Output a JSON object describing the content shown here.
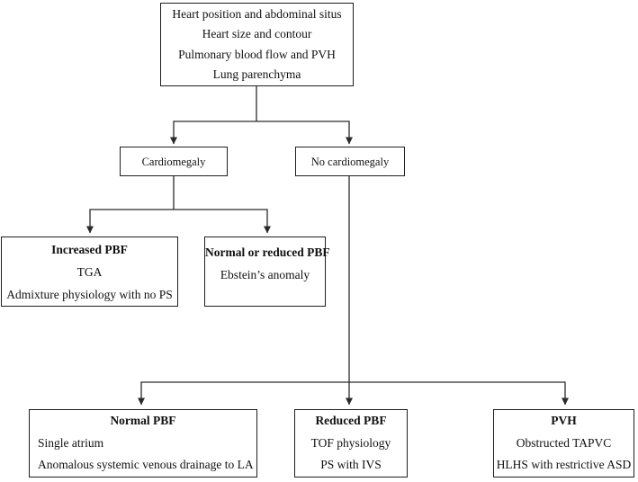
{
  "diagram": {
    "type": "flowchart",
    "background_color": "#ffffff",
    "line_color": "#2b2b2b",
    "border_color": "#1f1f1f",
    "text_color": "#111111"
  },
  "nodes": {
    "root": {
      "lines": [
        "Heart position and abdominal situs",
        "Heart size and contour",
        "Pulmonary blood flow and PVH",
        "Lung parenchyma"
      ]
    },
    "cardiomegaly": {
      "label": "Cardiomegaly"
    },
    "no_cardiomegaly": {
      "label": "No cardiomegaly"
    },
    "increased_pbf": {
      "header": "Increased PBF",
      "items": [
        "TGA",
        "Admixture physiology with no PS"
      ]
    },
    "normal_or_reduced_pbf": {
      "header": "Normal or reduced PBF",
      "items": [
        "Ebstein’s anomaly"
      ]
    },
    "normal_pbf": {
      "header": "Normal PBF",
      "items": [
        "Single atrium",
        "Anomalous systemic venous drainage to LA"
      ]
    },
    "reduced_pbf": {
      "header": "Reduced PBF",
      "items": [
        "TOF physiology",
        "PS with IVS"
      ]
    },
    "pvh": {
      "header": "PVH",
      "items": [
        "Obstructed TAPVC",
        "HLHS  with restrictive ASD"
      ]
    }
  },
  "edges": [
    {
      "from": "root",
      "to": "cardiomegaly"
    },
    {
      "from": "root",
      "to": "no_cardiomegaly"
    },
    {
      "from": "cardiomegaly",
      "to": "increased_pbf"
    },
    {
      "from": "cardiomegaly",
      "to": "normal_or_reduced_pbf"
    },
    {
      "from": "no_cardiomegaly",
      "to": "normal_pbf"
    },
    {
      "from": "no_cardiomegaly",
      "to": "reduced_pbf"
    },
    {
      "from": "no_cardiomegaly",
      "to": "pvh"
    }
  ]
}
